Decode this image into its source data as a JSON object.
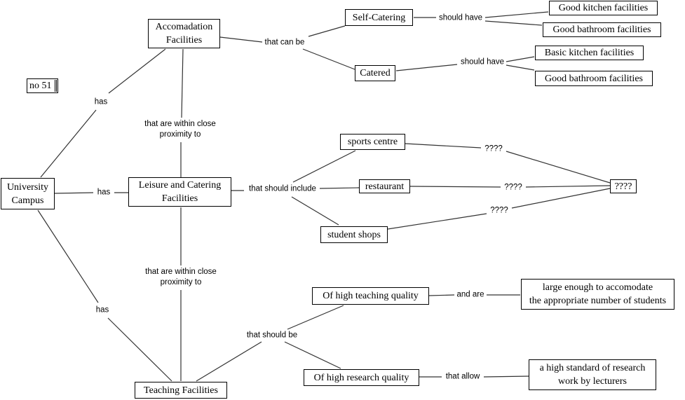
{
  "diagram": {
    "title_tag": "no 51",
    "nodes": {
      "campus": "University\nCampus",
      "accommodation": "Accomadation\nFacilities",
      "leisure": "Leisure and Catering\nFacilities",
      "teaching": "Teaching Facilities",
      "self_catering": "Self-Catering",
      "catered": "Catered",
      "sc_kitchen": "Good kitchen facilities",
      "sc_bathroom": "Good bathroom facilities",
      "cat_kitchen": "Basic kitchen facilities",
      "cat_bathroom": "Good bathroom facilities",
      "sports": "sports centre",
      "restaurant": "restaurant",
      "shops": "student shops",
      "unknown": "????",
      "teaching_quality": "Of high teaching quality",
      "research_quality": "Of high research quality",
      "large_enough": "large enough to accomodate\nthe appropriate number of students",
      "research_standard": "a high standard of research\nwork by lecturers"
    },
    "links": {
      "has_top": "has",
      "has_mid": "has",
      "has_bottom": "has",
      "can_be": "that can be",
      "sc_should_have": "should have",
      "cat_should_have": "should have",
      "proximity_top": "that are within close\nproximity to",
      "proximity_bottom": "that are within close\nproximity to",
      "should_include": "that should include",
      "q_sports": "????",
      "q_restaurant": "????",
      "q_shops": "????",
      "should_be": "that should be",
      "and_are": "and are",
      "that_allow": "that allow"
    }
  }
}
